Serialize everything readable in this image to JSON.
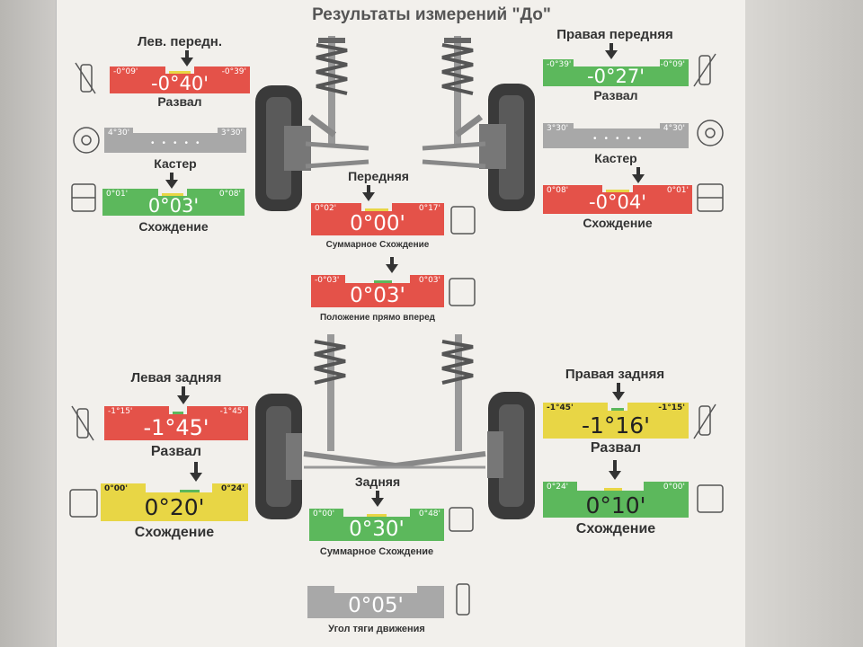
{
  "title": "Результаты измерений \"До\"",
  "colors": {
    "red": "#e45249",
    "green": "#5cb85c",
    "yellow": "#e8d645",
    "gray": "#a8a8a8"
  },
  "front": {
    "left_header": "Лев. передн.",
    "right_header": "Правая передняя",
    "center_header": "Передняя",
    "left_camber": {
      "value": "-0°40'",
      "min": "-0°09'",
      "max": "-0°39'",
      "label": "Развал",
      "status": "red"
    },
    "right_camber": {
      "value": "-0°27'",
      "min": "-0°39'",
      "max": "-0°09'",
      "label": "Развал",
      "status": "green"
    },
    "left_caster": {
      "min": "4°30'",
      "max": "3°30'",
      "label": "Кастер",
      "status": "gray"
    },
    "right_caster": {
      "min": "3°30'",
      "max": "4°30'",
      "label": "Кастер",
      "status": "gray"
    },
    "left_toe": {
      "value": "0°03'",
      "min": "0°01'",
      "max": "0°08'",
      "label": "Схождение",
      "status": "green"
    },
    "right_toe": {
      "value": "-0°04'",
      "min": "0°08'",
      "max": "0°01'",
      "label": "Схождение",
      "status": "red"
    },
    "total_toe": {
      "value": "0°00'",
      "min": "0°02'",
      "max": "0°17'",
      "label": "Суммарное Схождение",
      "status": "red"
    },
    "straight_ahead": {
      "value": "0°03'",
      "min": "-0°03'",
      "max": "0°03'",
      "label": "Положение прямо вперед",
      "status": "red"
    }
  },
  "rear": {
    "left_header": "Левая задняя",
    "right_header": "Правая задняя",
    "center_header": "Задняя",
    "left_camber": {
      "value": "-1°45'",
      "min": "-1°15'",
      "max": "-1°45'",
      "label": "Развал",
      "status": "red"
    },
    "right_camber": {
      "value": "-1°16'",
      "min": "-1°45'",
      "max": "-1°15'",
      "label": "Развал",
      "status": "yellow"
    },
    "left_toe": {
      "value": "0°20'",
      "min": "0°00'",
      "max": "0°24'",
      "label": "Схождение",
      "status": "yellow"
    },
    "right_toe": {
      "value": "0°10'",
      "min": "0°24'",
      "max": "0°00'",
      "label": "Схождение",
      "status": "green"
    },
    "total_toe": {
      "value": "0°30'",
      "min": "0°00'",
      "max": "0°48'",
      "label": "Суммарное Схождение",
      "status": "green"
    },
    "thrust_angle": {
      "value": "0°05'",
      "label": "Угол тяги движения",
      "status": "gray"
    }
  }
}
